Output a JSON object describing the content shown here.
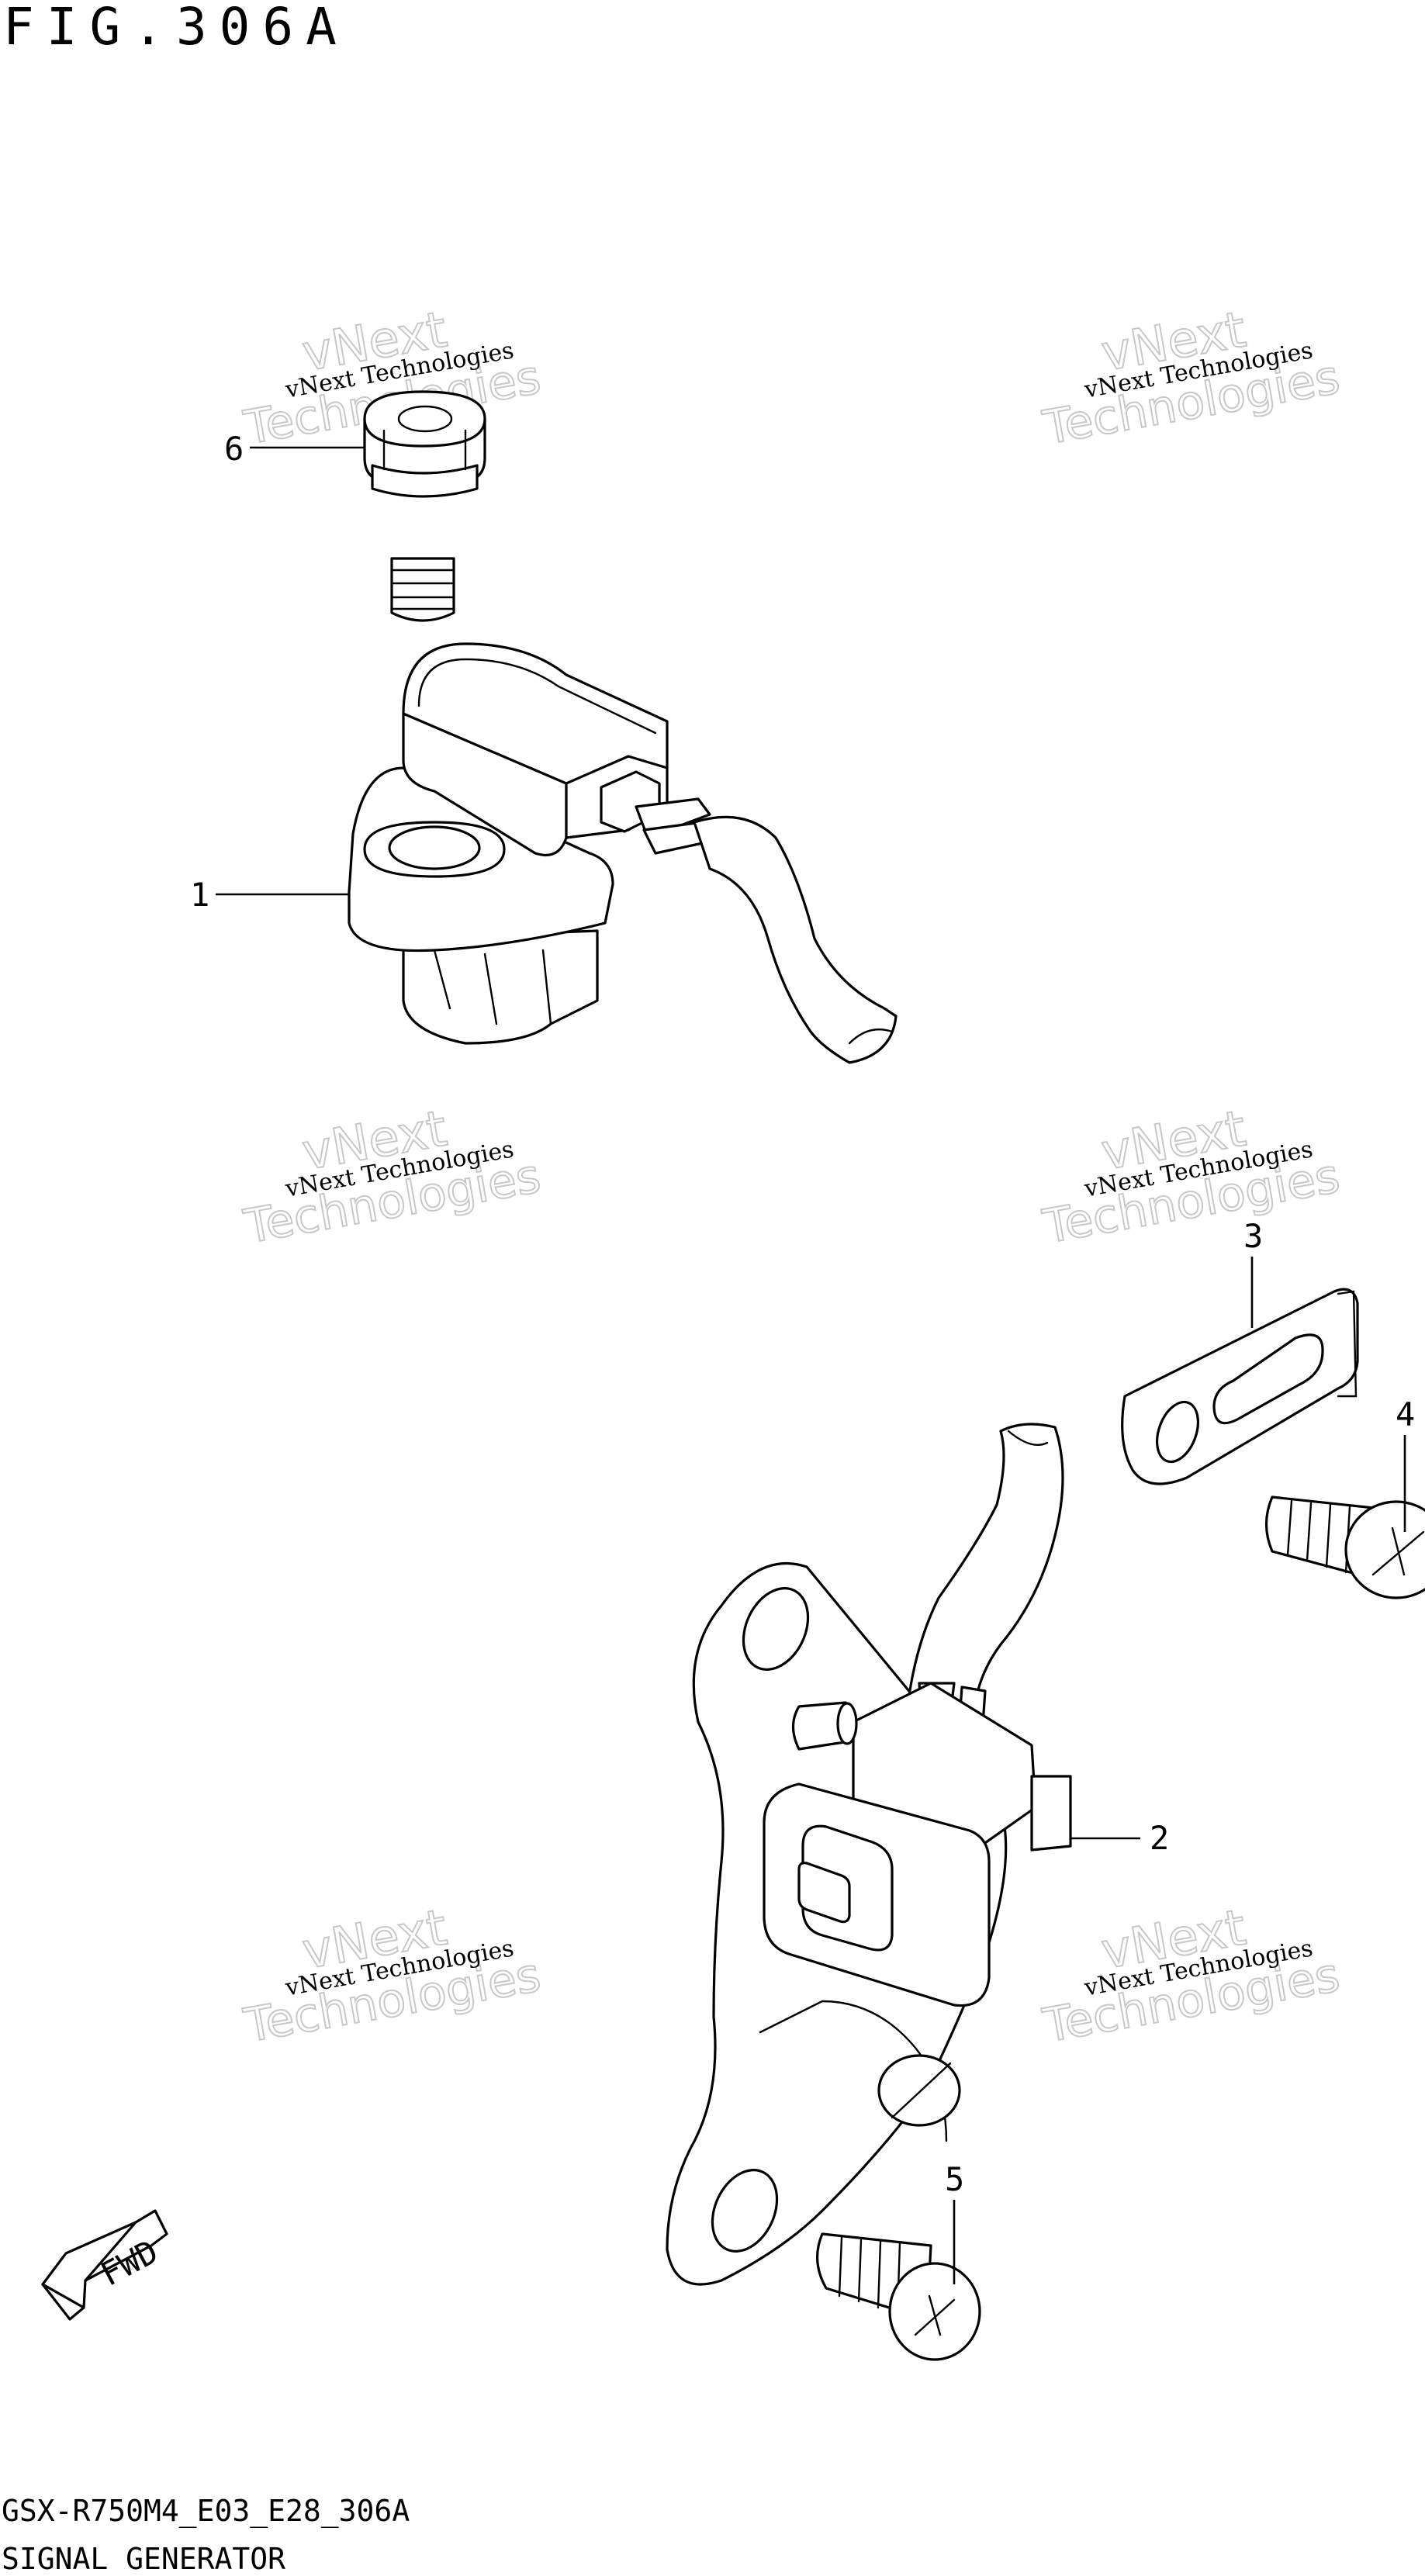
{
  "figure_title": "FIG.306A",
  "footer": {
    "code": "GSX-R750M4_E03_E28_306A",
    "name": "SIGNAL GENERATOR"
  },
  "watermark": {
    "line1": "vNext Technologies",
    "line2": "vNext",
    "line3": "Technologies"
  },
  "callouts": {
    "part1": "1",
    "part2": "2",
    "part3": "3",
    "part4": "4",
    "part5": "5",
    "part6": "6"
  },
  "direction_marker": "FWD"
}
